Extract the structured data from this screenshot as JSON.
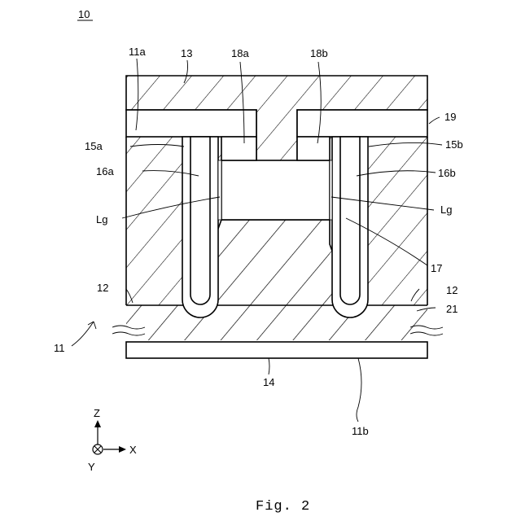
{
  "figure": {
    "ref_number": "10",
    "caption": "Fig. 2"
  },
  "labels": {
    "l11a": "11a",
    "l13": "13",
    "l18a": "18a",
    "l18b": "18b",
    "l19": "19",
    "l15a": "15a",
    "l15b": "15b",
    "l16a": "16a",
    "l16b": "16b",
    "lLgLeft": "Lg",
    "lLgRight": "Lg",
    "l17": "17",
    "l12Left": "12",
    "l12Right": "12",
    "l21": "21",
    "l11": "11",
    "l14": "14",
    "l11b": "11b"
  },
  "axes": {
    "z": "Z",
    "x": "X",
    "y": "Y"
  }
}
